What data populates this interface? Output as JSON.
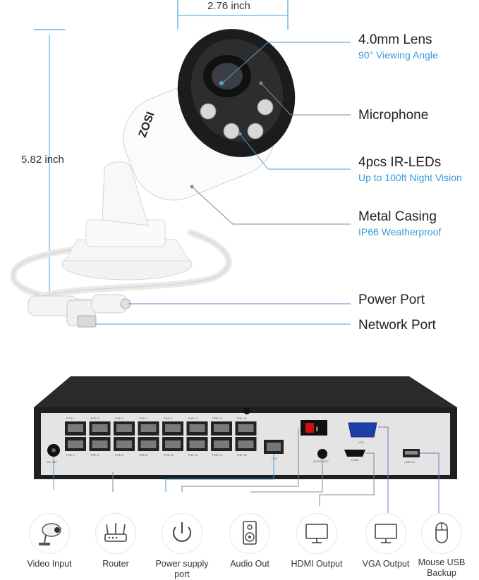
{
  "dimensions": {
    "width": "2.76 inch",
    "height": "5.82 inch"
  },
  "brand": "ZOSI",
  "features": [
    {
      "title": "4.0mm Lens",
      "subtitle": "90° Viewing Angle"
    },
    {
      "title": "Microphone",
      "subtitle": ""
    },
    {
      "title": "4pcs IR-LEDs",
      "subtitle": "Up to 100ft Night Vision"
    },
    {
      "title": "Metal Casing",
      "subtitle": "IP66 Weatherproof"
    }
  ],
  "ports": {
    "power": "Power Port",
    "network": "Network Port"
  },
  "nvr": {
    "poe_top": [
      "POE 1",
      "POE 3",
      "POE 5",
      "POE 7",
      "POE 9",
      "POE 11",
      "POE 13",
      "POE 15"
    ],
    "poe_bottom": [
      "POE 2",
      "POE 4",
      "POE 6",
      "POE 8",
      "POE 10",
      "POE 12",
      "POE 14",
      "POE 16"
    ],
    "dc_label": "DC 48V",
    "lan_label": "LAN",
    "audio_label": "AUDIO OUT",
    "vga_label": "VGA",
    "hdmi_label": "HDMI",
    "usb_label": "USB 2.0"
  },
  "icons": [
    {
      "label": "Video Input",
      "icon": "camera-icon"
    },
    {
      "label": "Router",
      "icon": "router-icon"
    },
    {
      "label": "Power supply port",
      "icon": "power-icon"
    },
    {
      "label": "Audio Out",
      "icon": "speaker-icon"
    },
    {
      "label": "HDMI Output",
      "icon": "monitor-icon"
    },
    {
      "label": "VGA Output",
      "icon": "monitor-icon"
    },
    {
      "label": "Mouse USB Backup",
      "icon": "mouse-icon"
    }
  ],
  "colors": {
    "accent_blue": "#3a9ad9",
    "callout_purple": "#a05fc8",
    "callout_gray": "#8a8a8a"
  }
}
